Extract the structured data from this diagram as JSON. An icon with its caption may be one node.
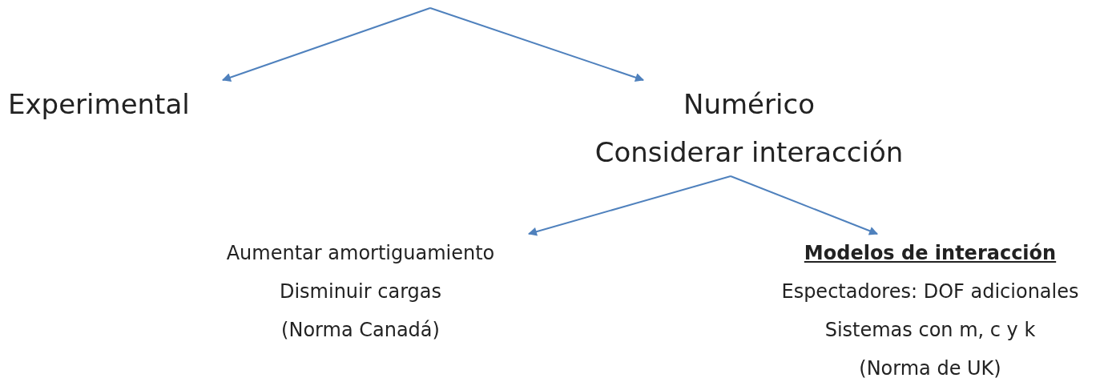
{
  "diagram": {
    "nodes": [
      {
        "text": [
          "Experimental"
        ]
      },
      {
        "text": [
          "Numérico",
          "Considerar interacción"
        ]
      },
      {
        "text": [
          "Aumentar amortiguamiento",
          "Disminuir cargas",
          "(Norma Canadá)"
        ]
      },
      {
        "text": [
          "Modelos de interacción",
          "Espectadores: DOF adicionales",
          "Sistemas con m, c y k",
          "(Norma de UK)"
        ]
      }
    ],
    "edges": [
      {
        "from": null,
        "to": 0,
        "arrow": "to"
      },
      {
        "from": null,
        "to": 1,
        "arrow": "to"
      },
      {
        "from": 1,
        "to": 2,
        "arrow": "to"
      },
      {
        "from": 1,
        "to": 3,
        "arrow": "to"
      }
    ]
  }
}
